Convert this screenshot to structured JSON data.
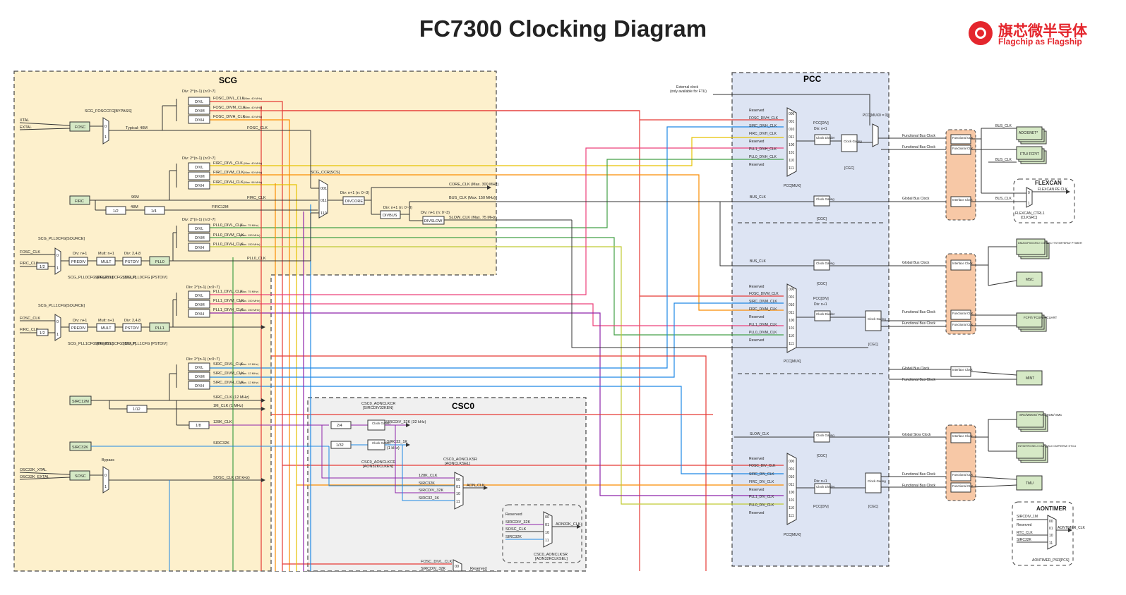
{
  "title": "FC7300  Clocking Diagram",
  "logo": {
    "cn": "旗芯微半导体",
    "en": "Flagchip as Flagship"
  },
  "scg": {
    "label": "SCG",
    "xtal": "XTAL",
    "extal": "EXTAL",
    "fosc": "FOSC",
    "fosc_bypass": "SCG_FOSCCFG[BYPASS]",
    "fosc_div_ratio": "Div: 2^(n-1) (n:0~7)",
    "fosc_divl": "FOSC_DIVL_CLK",
    "fosc_divl_max": "(Max. 40 MHz)",
    "fosc_divm": "FOSC_DIVM_CLK",
    "fosc_divm_max": "(Max. 40 MHz)",
    "fosc_divh": "FOSC_DIVH_CLK",
    "fosc_divh_max": "(Max. 40 MHz)",
    "typical": "Typical: 40M",
    "fosc_clk": "FOSC_CLK",
    "firc_div_ratio": "Div: 2^(n-1) (n:0~7)",
    "firc_divl": "FIRC_DIVL_CLK",
    "firc_divl_max": "(Max. 40 MHz)",
    "firc_divm": "FIRC_DIVM_CLK",
    "firc_divm_max": "(Max. 90 MHz)",
    "firc_divh": "FIRC_DIVH_CLK",
    "firc_divh_max": "(Max. 96 MHz)",
    "firc": "FIRC",
    "firc_96m": "96M",
    "firc_clk": "FIRC_CLK",
    "half": "1/2",
    "quarter": "1/4",
    "firc_48m": "48M",
    "firc12m": "FIRC12M",
    "scs": "SCG_CCR[SCS]",
    "mux_001": "001",
    "mux_011": "011",
    "mux_110": "110",
    "divcore_ratio": "Div: n+1 (n: 0~3)",
    "divcore": "DIVCORE",
    "core_clk": "CORE_CLK (Max. 300 MHz)",
    "divbus_ratio": "Div: n+1 (n: 0~3)",
    "divbus": "DIVBUS",
    "bus_clk": "BUS_CLK (Max. 150 MHz)",
    "divslow_ratio": "Div: n+1 (n: 0~3)",
    "divslow": "DIVSLOW",
    "slow_clk": "SLOW_CLK (Max. 75 MHz)",
    "pll0_source": "SCG_PLL0CFG[SOURCE]",
    "fosc_clk_in": "FOSC_CLK",
    "firc_clk_in": "FIRC_CLK",
    "div_n1": "Div: n+1",
    "mult_n1": "Mult: n+1",
    "div_248": "Div: 2,4,8",
    "prediv": "PREDIV",
    "mult": "MULT",
    "pstdiv": "PSTDIV",
    "pll0": "PLL0",
    "pll0_prediv_reg": "SCG_PLL0CFG [PREDIV]",
    "pll0_mult_reg": "SCG_PLL0CFG [MULT]",
    "pll0_pstdiv_reg": "SCG_PLL0CFG [PSTDIV]",
    "pll0_div_ratio": "Div: 2^(n-1) (n:0~7)",
    "pll0_divl": "PLL0_DIVL_CLK",
    "pll0_divl_max": "(Max. 75 MHz)",
    "pll0_divm": "PLL0_DIVM_CLK",
    "pll0_divm_max": "(Max. 150 MHz)",
    "pll0_divh": "PLL0_DIVH_CLK",
    "pll0_divh_max": "(Max. 150 MHz)",
    "pll0_clk": "PLL0_CLK",
    "pll1_source": "SCG_PLL1CFG[SOURCE]",
    "pll1": "PLL1",
    "pll1_prediv_reg": "SCG_PLL1CFG [PREDIV]",
    "pll1_mult_reg": "SCG_PLL1CFG [MULT]",
    "pll1_pstdiv_reg": "SCG_PLL1CFG [PSTDIV]",
    "pll1_div_ratio": "Div: 2^(n-1) (n:0~7)",
    "pll1_divl": "PLL1_DIVL_CLK",
    "pll1_divl_max": "(Max. 75 MHz)",
    "pll1_divm": "PLL1_DIVM_CLK",
    "pll1_divm_max": "(Max. 150 MHz)",
    "pll1_divh": "PLL1_DIVH_CLK",
    "pll1_divh_max": "(Max. 150 MHz)",
    "sirc_div_ratio": "Div: 2^(n-1) (n:0~7)",
    "sirc_divl": "SIRC_DIVL_CLK",
    "sirc_divl_max": "(Max. 12 MHz)",
    "sirc_divm": "SIRC_DIVM_CLK",
    "sirc_divm_max": "(Max. 12 MHz)",
    "sirc_divh": "SIRC_DIVH_CLK",
    "sirc_divh_max": "(Max. 12 MHz)",
    "sirc12m": "SIRC12M",
    "sirc_clk": "SIRC_CLK (12 MHz)",
    "twelfth": "1/12",
    "one_m": "1M_CLK (1 MHz)",
    "eighth": "1/8",
    "k128": "128K_CLK",
    "sirc32k": "SIRC32K",
    "sirc32k_out": "SIRC32K",
    "osc32k_xtal": "OSC32K_XTAL",
    "osc32k_extal": "OSC32K_EXTAL",
    "sosc": "SOSC",
    "bypass": "Bypass",
    "sosc_clk": "SOSC_CLK (32 kHz)",
    "divl": "DIVL",
    "divm": "DIVM",
    "divh": "DIVH",
    "m0": "0",
    "m1": "1"
  },
  "csc0": {
    "label": "CSC0",
    "adn_ctrl_top": "CSC0_AONCLKCR",
    "adn_ctrl_top2": "[SIRCDIV32KEN]",
    "div24": "2/4",
    "clk_gating": "Clock Gating",
    "sircdiv32k": "SIRCDIV_32K (32 kHz)",
    "adn_ctrl2": "CSC0_AONCLKSR",
    "adn_ctrl2b": "[AONCLKSEL]",
    "div132": "1/32",
    "sirc32_1k": "SIRC32_1K",
    "sirc32_1k_f": "(1 kHz)",
    "adn_ctrl3": "CSC0_AONCLKCR",
    "adn_ctrl3b": "[AON32KCLKEN]",
    "k128_clk": "128K_CLK",
    "sirc32k": "SIRC32K",
    "sircdiv32k_in": "SIRCDIV_32K",
    "sirc32_1k_in": "SIRC32_1K",
    "aon_clk": "AON_CLK",
    "mx00": "00",
    "mx01": "01",
    "mx10": "10",
    "mx11": "11",
    "reserved": "Reserved",
    "sircdiv_32k2": "SIRCDIV_32K",
    "sosc_clk": "SOSC_CLK",
    "sirc32k2": "SIRC32K",
    "aon32k_clk": "AON32K_CLK",
    "adn_ctrl4": "CSC0_AONCLKSR",
    "adn_ctrl4b": "[AON32KCLKSEL]",
    "fosc_divl_clk": "FOSC_DIVL_CLK",
    "sircdiv_32k3": "SIRCDIV_32K",
    "mx00b": "00",
    "reserved2": "Reserved"
  },
  "pcc": {
    "label": "PCC",
    "ext_clk": "External clock",
    "ext_clk2": "(only available for FTU)",
    "mux_a": {
      "inputs": [
        "Reserved",
        "FOSC_DIVH_CLK",
        "SIRC_DIVH_CLK",
        "FIRC_DIVH_CLK",
        "Reserved",
        "PLL1_DIVH_CLK",
        "PLL0_DIVH_CLK",
        "Reserved"
      ],
      "codes": [
        "000",
        "001",
        "010",
        "011",
        "100",
        "101",
        "110",
        "111"
      ],
      "sel": "PCC[MUX]"
    },
    "pcc_div": "PCC[DIV]",
    "div_n1": "Div: n+1",
    "clk_divider": "Clock Divider",
    "clk_gating": "Clock Gating",
    "cgc": "[CGC]",
    "pccmux0": "PCC[MUX0 = 0]",
    "bus_clk": "BUS_CLK",
    "mux_b": {
      "inputs": [
        "Reserved",
        "FOSC_DIVM_CLK",
        "SIRC_DIVM_CLK",
        "FIRC_DIVM_CLK",
        "Reserved",
        "PLL1_DIVM_CLK",
        "PLL0_DIVM_CLK",
        "Reserved"
      ],
      "codes": [
        "000",
        "001",
        "010",
        "011",
        "100",
        "101",
        "110",
        "111"
      ],
      "sel": "PCC[MUX]"
    },
    "slow_clk": "SLOW_CLK",
    "mux_c": {
      "inputs": [
        "Reserved",
        "FOSC_DIV_CLK",
        "SIRC_DIV_CLK",
        "FIRC_DIV_CLK",
        "Reserved",
        "PLL1_DIV_CLK",
        "PLL0_DIV_CLK",
        "Reserved"
      ],
      "codes": [
        "000",
        "001",
        "010",
        "011",
        "100",
        "101",
        "110",
        "111"
      ],
      "sel": "PCC[MUX]"
    }
  },
  "right": {
    "functional_bus_clock": "Functional Bus Clock",
    "global_bus_clock": "Global Bus Clock",
    "global_slow_clock": "Global Slow Clock",
    "functional_clk": "Functional CLK",
    "interface_clock": "Interface Clock",
    "bus_clk": "BUS_CLK",
    "adc": "ADC/ENET*",
    "ftu": "FTU/ FCPIT",
    "flexcan_title": "FLEXCAN",
    "flexcan_pe": "FLEXCAN PE CLK",
    "flexcan_ctrl": "FLEXCAN_CTRL1",
    "flexcan_ctrl2": "[CLKSRC]",
    "dma": "DMA/GPIO/CRC/ CORDIC/ TSTMP/ERM/ PTIMER",
    "msc": "MSC",
    "fcpit": "FCPIT/ FCSPI/ FCUART",
    "mint": "MINT",
    "src": "SRC/WDOG/ PMC/ RGM/ SMC",
    "wdt": "INTM/TRGSEL/ ICM/ WKU/ CMP/ERM/ STCU",
    "tmu": "TMU",
    "aontimer": "AONTIMER",
    "sircdiv_1m": "SIRCDIV_1M",
    "reserved": "Reserved",
    "rtc_clk": "RTC_CLK",
    "sirc32k": "SIRC32K",
    "aontimer_clk": "AONTIMER_CLK",
    "aontimer_psr": "AONTIMER_PSR[PCS]",
    "mx00": "00",
    "mx01": "01",
    "mx10": "10",
    "mx11": "11"
  },
  "colors": {
    "scg_fill": "#fdf0cc",
    "scg_border": "#555555",
    "pcc_fill": "#dde4f3",
    "csc_fill": "#f0f0f0",
    "green": "#d6e9c6",
    "salmon": "#f7c8a6",
    "red": "#e53935",
    "orange": "#fb8c00",
    "yellow": "#e6c200",
    "green_line": "#43a047",
    "blue": "#1e88e5",
    "purple": "#8e24aa",
    "pink": "#ec407a",
    "lime": "#c0ca33",
    "gray": "#666666",
    "darkred": "#b71c1c"
  }
}
